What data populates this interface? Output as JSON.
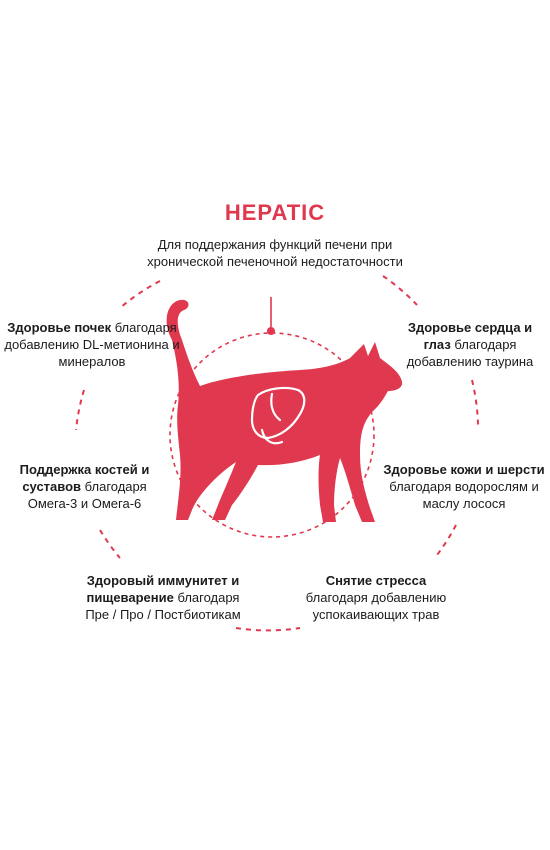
{
  "brand_color": "#e0384f",
  "title": "HEPATIC",
  "subtitle": "Для поддержания функций печени при хронической печеночной недостаточности",
  "icons": {
    "cat": "cat-silhouette-icon",
    "liver": "liver-icon"
  },
  "benefits": {
    "kidney": {
      "bold": "Здоровье почек",
      "rest": " благодаря добавлению DL-метионина и минералов"
    },
    "heart": {
      "bold": "Здоровье сердца и глаз",
      "rest": " благодаря добавлению таурина"
    },
    "bones": {
      "bold": "Поддержка костей и суставов",
      "rest": " благодаря Омега-3 и Омега-6"
    },
    "skin": {
      "bold": "Здоровье кожи и шерсти",
      "rest": " благодаря водорослям и маслу лосося"
    },
    "immunity": {
      "bold": "Здоровый иммунитет и пищеварение",
      "rest": " благодаря Пре / Про / Постбиотикам"
    },
    "stress": {
      "bold": "Снятие стресса",
      "rest": " благодаря добавлению успокаивающих трав"
    }
  }
}
